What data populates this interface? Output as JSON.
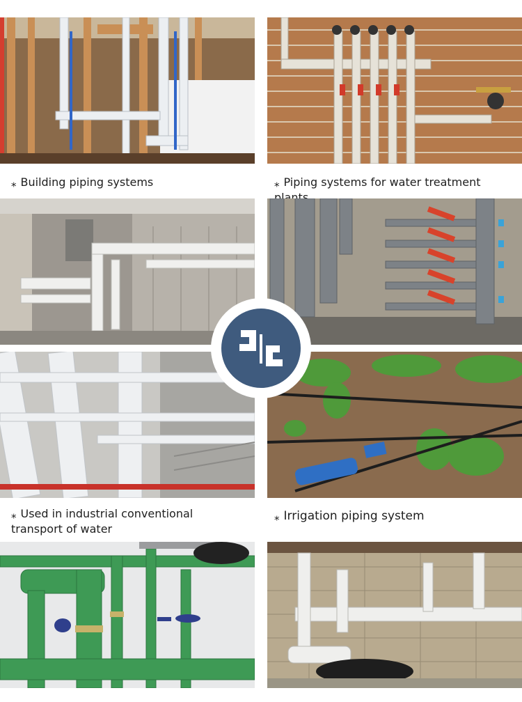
{
  "tiles": [
    {
      "caption": "Building piping systems"
    },
    {
      "caption": "Piping systems for water treatment plants"
    },
    {
      "caption": ""
    },
    {
      "caption": ""
    },
    {
      "caption": "Used in industrial conventional transport of water"
    },
    {
      "caption": "Irrigation piping system"
    },
    {
      "caption": ""
    },
    {
      "caption": ""
    }
  ],
  "star_glyph": "⁎",
  "colors": {
    "badge": "#3f5b7e",
    "pvc_white": "#e9ecef",
    "pvc_grey": "#7d8287",
    "ppr_green": "#3e9a55",
    "valve_red": "#d8432b",
    "brick": "#b57a4c"
  },
  "badge_icon": "pipe-coupling-icon"
}
